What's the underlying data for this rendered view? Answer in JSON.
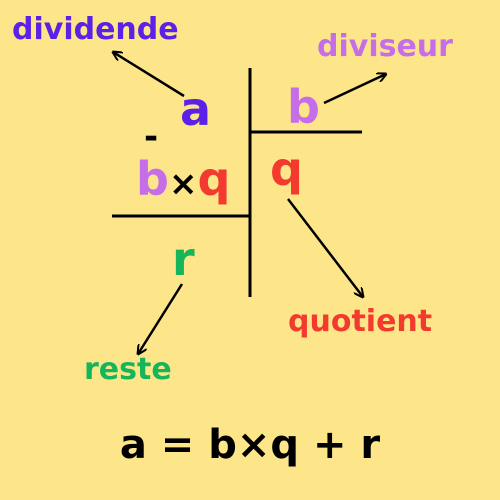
{
  "colors": {
    "background": "#fde68a",
    "dividende": "#5b21e6",
    "diviseur": "#c56ee8",
    "quotient": "#f23a2e",
    "reste": "#17b55a",
    "ink": "#000000"
  },
  "labels": {
    "dividende": "dividende",
    "diviseur": "diviseur",
    "quotient": "quotient",
    "reste": "reste"
  },
  "symbols": {
    "a": "a",
    "b": "b",
    "q": "q",
    "r": "r",
    "minus": "-",
    "times": "×"
  },
  "formula": "a = b×q + r"
}
